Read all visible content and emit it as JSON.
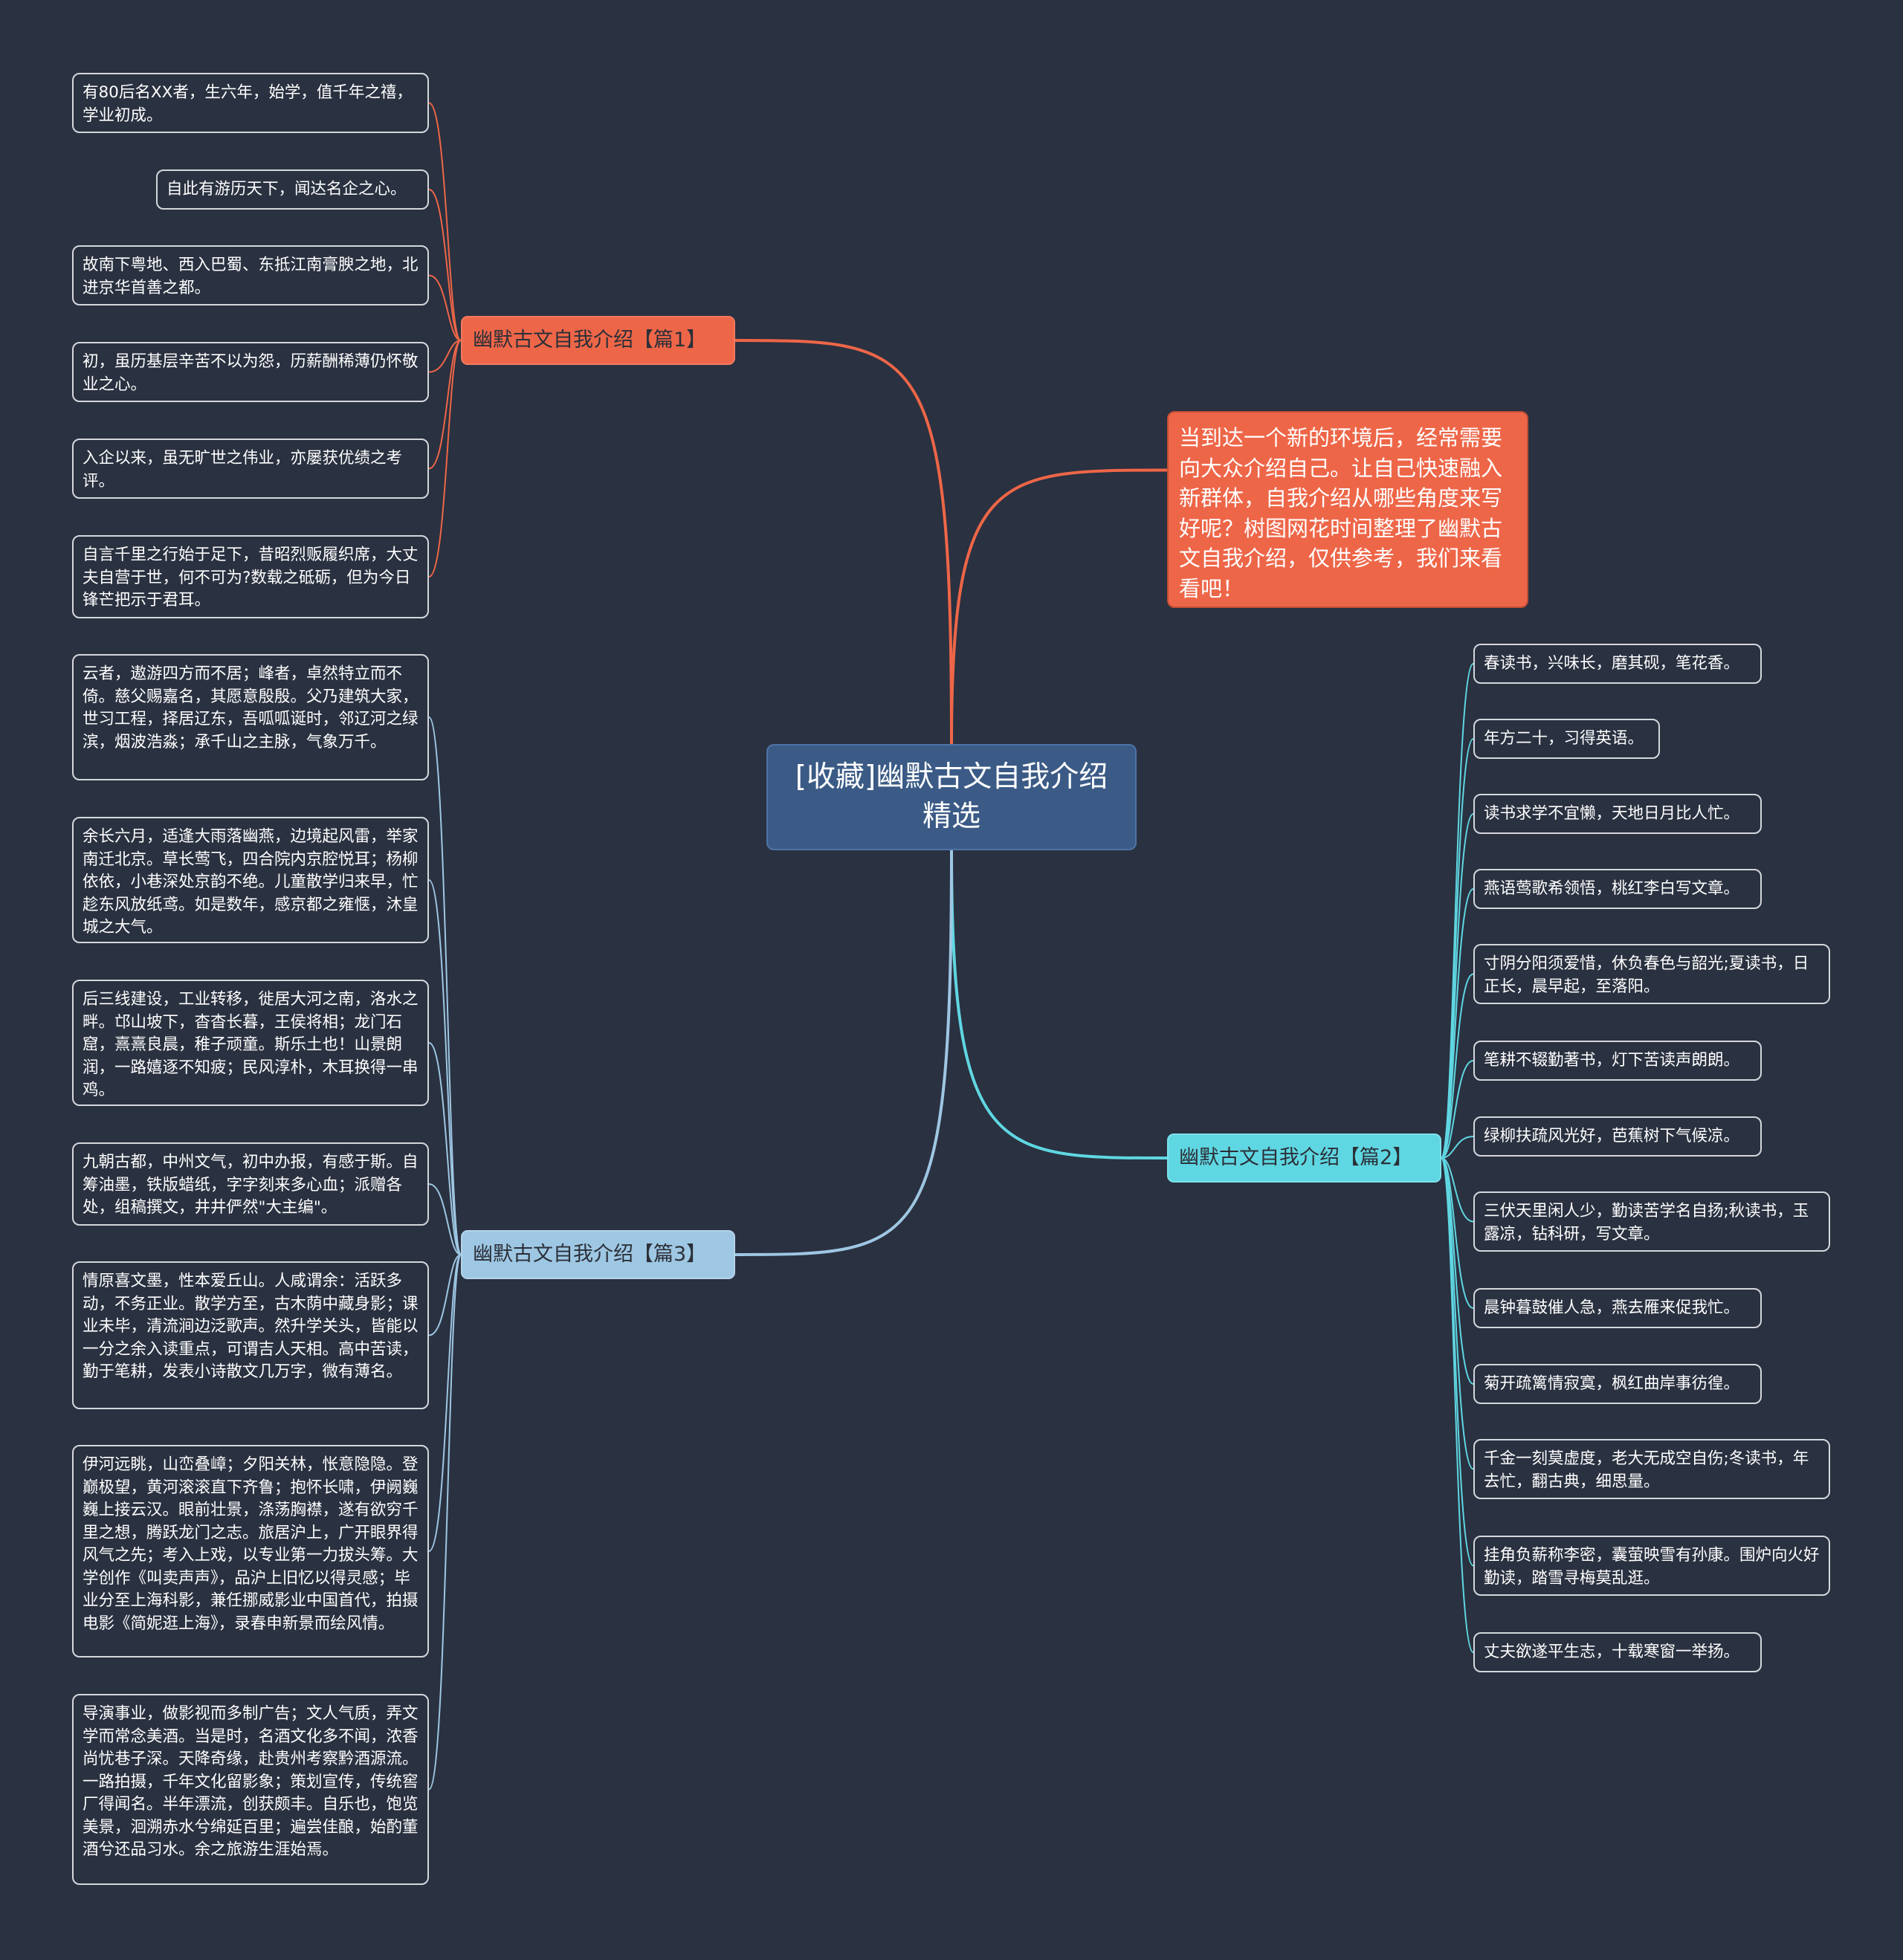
{
  "root": {
    "title": "[收藏]幽默古文自我介绍精选"
  },
  "intro": {
    "text": "当到达一个新的环境后，经常需要向大众介绍自己。让自己快速融入新群体，自我介绍从哪些角度来写好呢？树图网花时间整理了幽默古文自我介绍，仅供参考，我们来看看吧！"
  },
  "branch1": {
    "label": "幽默古文自我介绍【篇1】",
    "color": "#ee6648",
    "items": [
      "有80后名XX者，生六年，始学，值千年之禧，学业初成。",
      "自此有游历天下，闻达名企之心。",
      "故南下粤地、西入巴蜀、东抵江南膏腴之地，北进京华首善之都。",
      "初，虽历基层辛苦不以为怨，历薪酬稀薄仍怀敬业之心。",
      "入企以来，虽无旷世之伟业，亦屡获优绩之考评。",
      "自言千里之行始于足下，昔昭烈贩履织席，大丈夫自营于世，何不可为?数载之砥砺，但为今日锋芒把示于君耳。"
    ]
  },
  "branch2": {
    "label": "幽默古文自我介绍【篇2】",
    "color": "#5fd7e2",
    "items": [
      "春读书，兴味长，磨其砚，笔花香。",
      "年方二十，习得英语。",
      "读书求学不宜懒，天地日月比人忙。",
      "燕语莺歌希领悟，桃红李白写文章。",
      "寸阴分阳须爱惜，休负春色与韶光;夏读书，日正长，晨早起，至落阳。",
      "笔耕不辍勤著书，灯下苦读声朗朗。",
      "绿柳扶疏风光好，芭蕉树下气候凉。",
      "三伏天里闲人少，勤读苦学名自扬;秋读书，玉露凉，钻科研，写文章。",
      "晨钟暮鼓催人急，燕去雁来促我忙。",
      "菊开疏篱情寂寞，枫红曲岸事彷徨。",
      "千金一刻莫虚度，老大无成空自伤;冬读书，年去忙，翻古典，细思量。",
      "挂角负薪称李密，囊萤映雪有孙康。围炉向火好勤读，踏雪寻梅莫乱逛。",
      "丈夫欲遂平生志，十载寒窗一举扬。"
    ]
  },
  "branch3": {
    "label": "幽默古文自我介绍【篇3】",
    "color": "#9ec7e3",
    "items": [
      "云者，遨游四方而不居；峰者，卓然特立而不倚。慈父赐嘉名，其愿意殷殷。父乃建筑大家，世习工程，择居辽东，吾呱呱诞时，邻辽河之绿滨，烟波浩淼；承千山之主脉，气象万千。",
      "余长六月，适逢大雨落幽燕，边境起风雷，举家南迁北京。草长莺飞，四合院内京腔悦耳；杨柳依依，小巷深处京韵不绝。儿童散学归来早，忙趁东风放纸鸢。如是数年，感京都之雍惬，沐皇城之大气。",
      "后三线建设，工业转移，徙居大河之南，洛水之畔。邙山坡下，杳杳长暮，王侯将相；龙门石窟，熹熹良晨，稚子顽童。斯乐土也！山景朗润，一路嬉逐不知疲；民风淳朴，木耳换得一串鸡。",
      "九朝古都，中州文气，初中办报，有感于斯。自筹油墨，铁版蜡纸，字字刻来多心血；派赠各处，组稿撰文，井井俨然\"大主编\"。",
      "情原喜文墨，性本爱丘山。人咸谓余：活跃多动，不务正业。散学方至，古木荫中藏身影；课业未毕，清流涧边泛歌声。然升学关头，皆能以一分之余入读重点，可谓吉人天相。高中苦读，勤于笔耕，发表小诗散文几万字，微有薄名。",
      "伊河远眺，山峦叠嶂；夕阳关林，怅意隐隐。登巅极望，黄河滚滚直下齐鲁；抱怀长啸，伊阙巍巍上接云汉。眼前壮景，涤荡胸襟，遂有欲穷千里之想，腾跃龙门之志。旅居沪上，广开眼界得风气之先；考入上戏，以专业第一力拔头筹。大学创作《叫卖声声》，品沪上旧忆以得灵感；毕业分至上海科影，兼任挪威影业中国首代，拍摄电影《简妮逛上海》，录春申新景而绘风情。",
      "导演事业，做影视而多制广告；文人气质，弄文学而常念美酒。当是时，名酒文化多不闻，浓香尚忧巷子深。天降奇缘，赴贵州考察黔酒源流。一路拍摄，千年文化留影象；策划宣传，传统窖厂得闻名。半年漂流，创获颇丰。自乐也，饱览美景，洄溯赤水兮绵延百里；遍尝佳酿，始酌董酒兮还品习水。余之旅游生涯始焉。"
    ]
  }
}
